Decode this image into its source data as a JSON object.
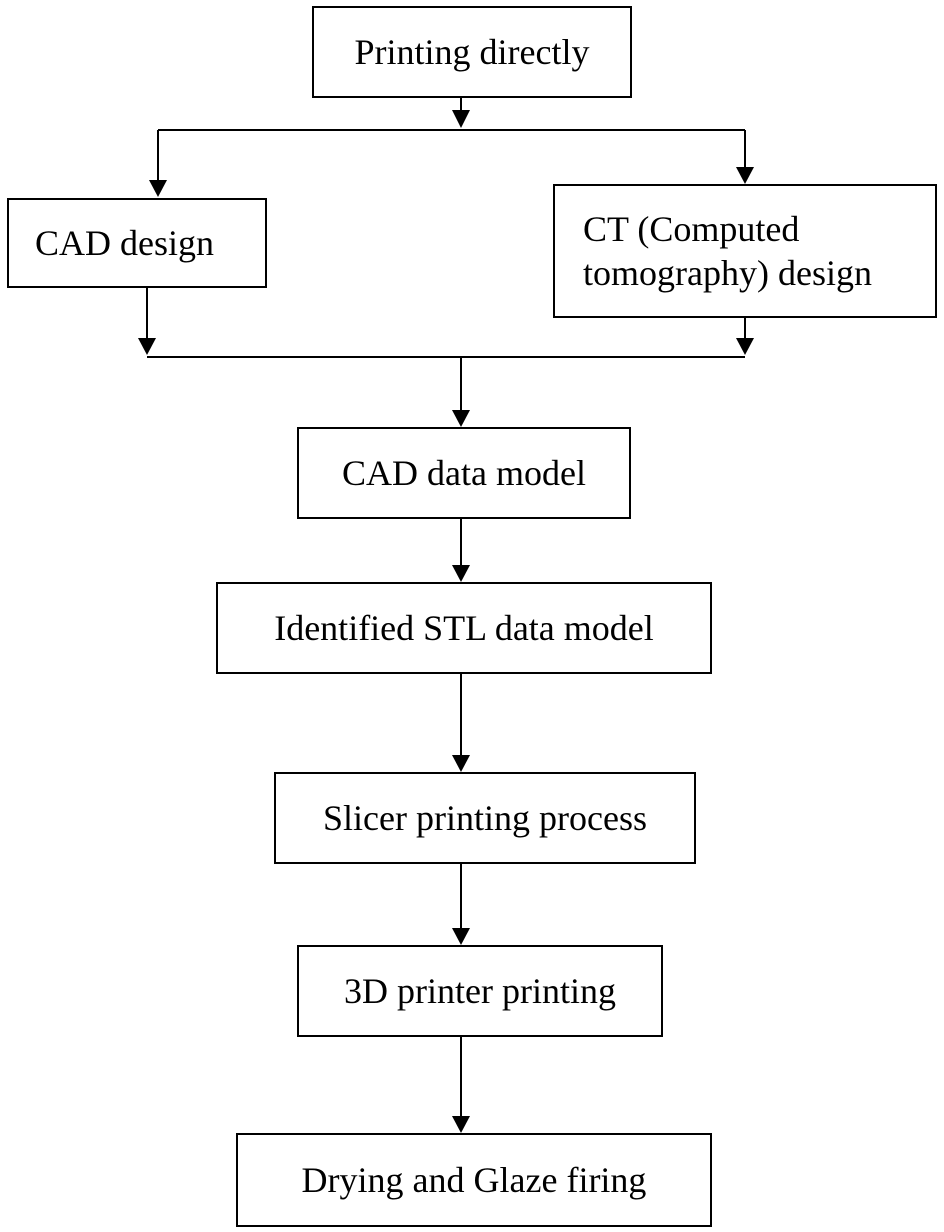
{
  "diagram": {
    "nodes": {
      "printing_directly": "Printing directly",
      "cad_design": "CAD design",
      "ct_design": "CT (Computed\ntomography) design",
      "cad_data_model": "CAD data model",
      "stl_data_model": "Identified STL data model",
      "slicer_process": "Slicer printing process",
      "printer_printing": "3D printer printing",
      "drying_glaze": "Drying and Glaze firing"
    },
    "edges": [
      {
        "from": "printing_directly",
        "to": "cad_design"
      },
      {
        "from": "printing_directly",
        "to": "ct_design"
      },
      {
        "from": "cad_design",
        "to": "cad_data_model"
      },
      {
        "from": "ct_design",
        "to": "cad_data_model"
      },
      {
        "from": "cad_data_model",
        "to": "stl_data_model"
      },
      {
        "from": "stl_data_model",
        "to": "slicer_process"
      },
      {
        "from": "slicer_process",
        "to": "printer_printing"
      },
      {
        "from": "printer_printing",
        "to": "drying_glaze"
      }
    ],
    "line_color": "#000000"
  }
}
